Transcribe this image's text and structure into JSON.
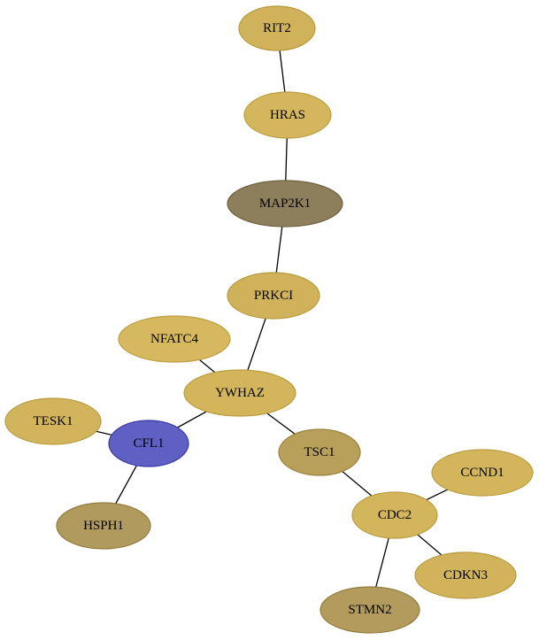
{
  "graph": {
    "nodes": [
      {
        "id": "RIT2",
        "label": "RIT2",
        "fill": "#cfb25a",
        "stroke": "#b89a3e"
      },
      {
        "id": "HRAS",
        "label": "HRAS",
        "fill": "#d4b65c",
        "stroke": "#bc9e40"
      },
      {
        "id": "MAP2K1",
        "label": "MAP2K1",
        "fill": "#8e7f5c",
        "stroke": "#6e613f"
      },
      {
        "id": "PRKCI",
        "label": "PRKCI",
        "fill": "#d0b25a",
        "stroke": "#b89a3e"
      },
      {
        "id": "NFATC4",
        "label": "NFATC4",
        "fill": "#d6b85e",
        "stroke": "#bea042"
      },
      {
        "id": "YWHAZ",
        "label": "YWHAZ",
        "fill": "#d3b55c",
        "stroke": "#bb9d40"
      },
      {
        "id": "TESK1",
        "label": "TESK1",
        "fill": "#d2b45c",
        "stroke": "#ba9c40"
      },
      {
        "id": "CFL1",
        "label": "CFL1",
        "fill": "#5f5fc4",
        "stroke": "#3a3aa6"
      },
      {
        "id": "TSC1",
        "label": "TSC1",
        "fill": "#b9a05a",
        "stroke": "#9a823e"
      },
      {
        "id": "HSPH1",
        "label": "HSPH1",
        "fill": "#b09a5e",
        "stroke": "#907c40"
      },
      {
        "id": "CCND1",
        "label": "CCND1",
        "fill": "#d3b55c",
        "stroke": "#bb9d40"
      },
      {
        "id": "CDC2",
        "label": "CDC2",
        "fill": "#d3b55c",
        "stroke": "#bb9d40"
      },
      {
        "id": "CDKN3",
        "label": "CDKN3",
        "fill": "#d1b35c",
        "stroke": "#b99b40"
      },
      {
        "id": "STMN2",
        "label": "STMN2",
        "fill": "#b29b5c",
        "stroke": "#927d40"
      }
    ],
    "edges": [
      [
        "RIT2",
        "HRAS"
      ],
      [
        "HRAS",
        "MAP2K1"
      ],
      [
        "MAP2K1",
        "PRKCI"
      ],
      [
        "PRKCI",
        "YWHAZ"
      ],
      [
        "NFATC4",
        "YWHAZ"
      ],
      [
        "YWHAZ",
        "CFL1"
      ],
      [
        "YWHAZ",
        "TSC1"
      ],
      [
        "TESK1",
        "CFL1"
      ],
      [
        "CFL1",
        "HSPH1"
      ],
      [
        "TSC1",
        "CDC2"
      ],
      [
        "CCND1",
        "CDC2"
      ],
      [
        "CDC2",
        "CDKN3"
      ],
      [
        "CDC2",
        "STMN2"
      ]
    ]
  }
}
